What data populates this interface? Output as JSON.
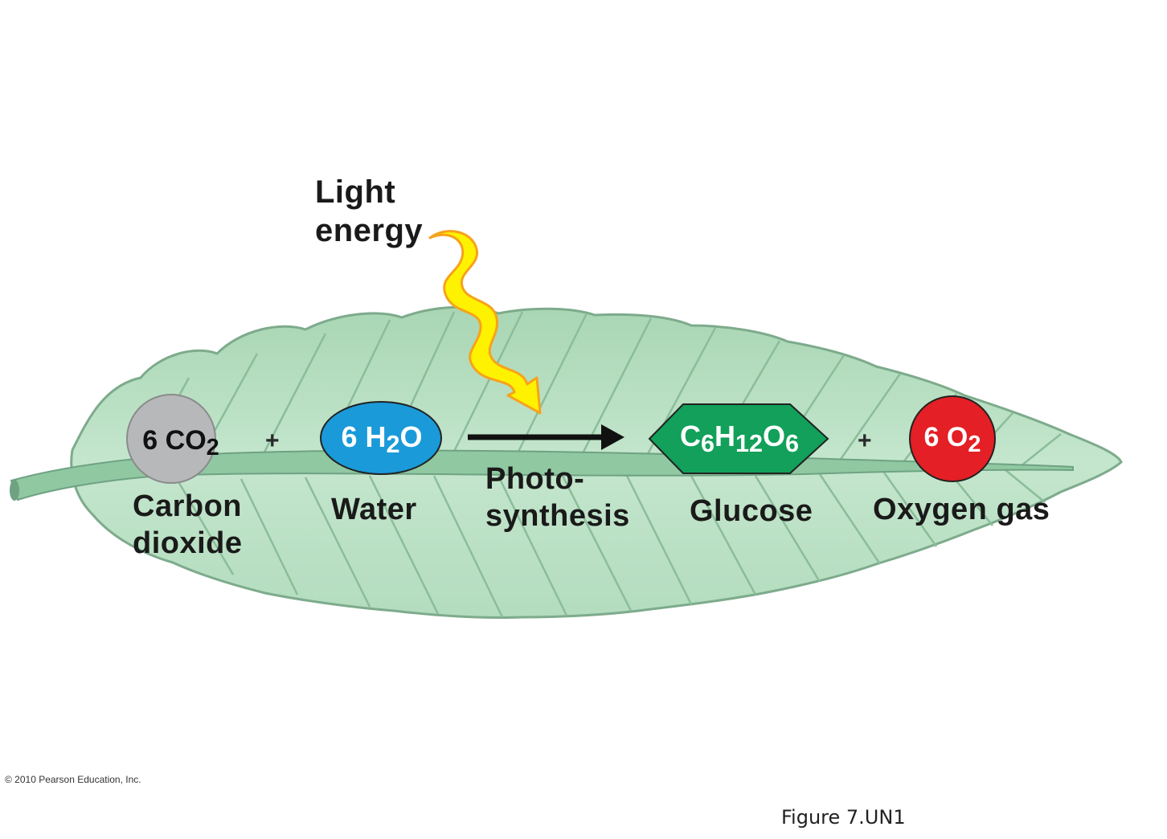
{
  "title_light": [
    "Light",
    "energy"
  ],
  "reactants": {
    "co2": {
      "coef": "6 CO",
      "sub": "2",
      "name": [
        "Carbon",
        "dioxide"
      ],
      "color": "#b7b8ba"
    },
    "h2o": {
      "pre": "6 H",
      "sub": "2",
      "post": "O",
      "name": [
        "Water"
      ],
      "color": "#1a9ad9"
    }
  },
  "process": {
    "name": [
      "Photo-",
      "synthesis"
    ]
  },
  "products": {
    "glucose": {
      "a": "C",
      "s1": "6",
      "b": "H",
      "s2": "12",
      "c": "O",
      "s3": "6",
      "name": [
        "Glucose"
      ],
      "color": "#12a05a"
    },
    "o2": {
      "coef": "6 O",
      "sub": "2",
      "name": [
        "Oxygen gas"
      ],
      "color": "#e41f25"
    }
  },
  "plus_sign": "+",
  "colors": {
    "leaf": "#bfe1c9",
    "leaf_edge": "#7dab8c",
    "stem": "#86c39a",
    "light": "#fff200"
  },
  "copyright": "© 2010 Pearson Education, Inc.",
  "figure_label": "Figure 7.UN1"
}
